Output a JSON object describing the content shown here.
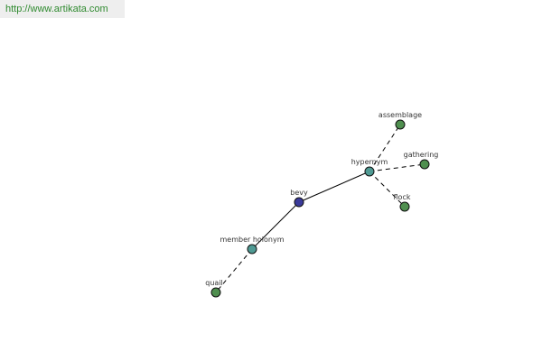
{
  "banner": {
    "url": "http://www.artikata.com"
  },
  "colors": {
    "banner_text": "#2f8a2f",
    "center_node": "#3a3a9a",
    "relation_node": "#4f9a93",
    "leaf_node": "#4f8f4f"
  },
  "graph": {
    "center": {
      "label": "bevy"
    },
    "relations": [
      {
        "label": "hypernym",
        "targets": [
          "assemblage",
          "gathering",
          "flock"
        ]
      },
      {
        "label": "member holonym",
        "targets": [
          "quail"
        ]
      }
    ]
  }
}
